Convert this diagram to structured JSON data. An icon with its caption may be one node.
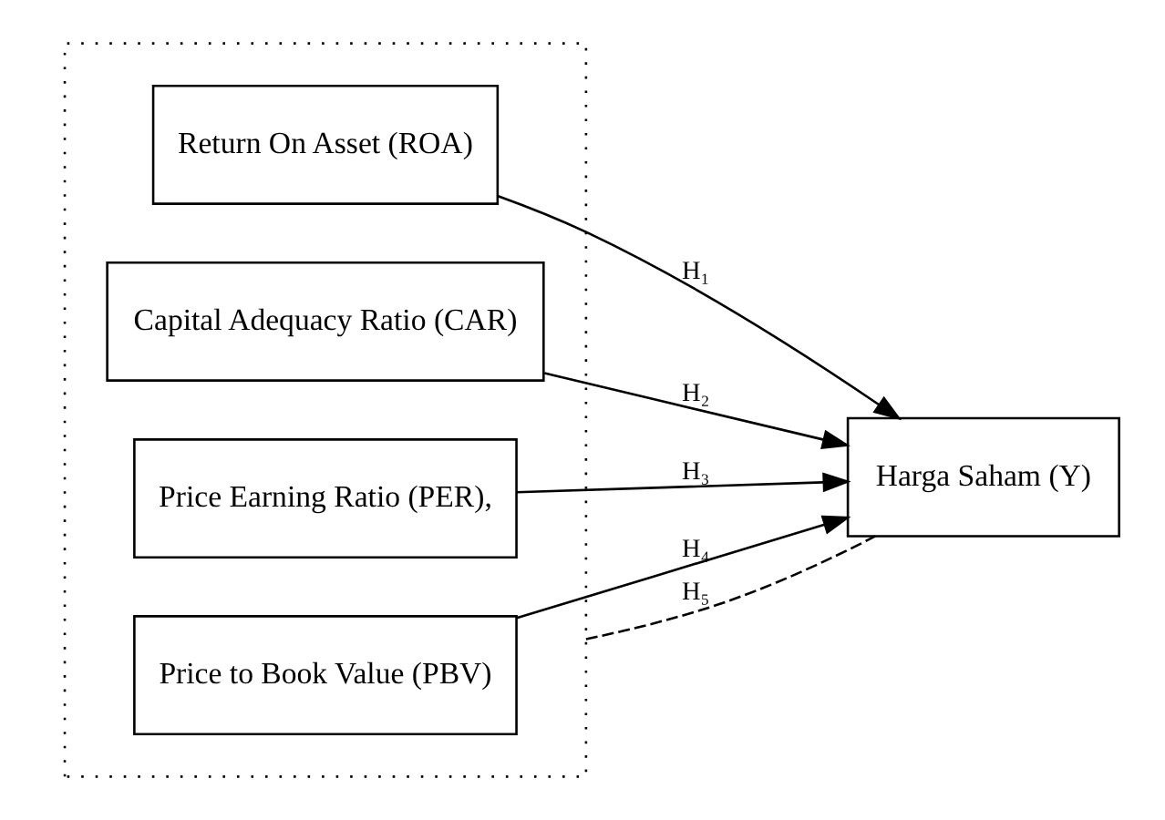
{
  "diagram": {
    "nodes": [
      {
        "text": [],
        "shape": "box"
      },
      {
        "text": [
          "Return On Asset (ROA)"
        ],
        "in": 0
      },
      {
        "text": [
          "Capital Adequacy Ratio (CAR)"
        ],
        "in": 0
      },
      {
        "text": [
          "Price Earning Ratio (PER),"
        ],
        "in": 0
      },
      {
        "text": [
          "Price to Book Value (PBV)"
        ],
        "in": 0
      },
      {
        "text": [
          "Harga Saham (Y)"
        ]
      }
    ],
    "edges": [
      {
        "from": 1,
        "to": 5,
        "arrow": "to",
        "label": "H₁"
      },
      {
        "from": 2,
        "to": 5,
        "arrow": "to",
        "label": "H₂"
      },
      {
        "from": 3,
        "to": 5,
        "arrow": "to",
        "label": "H₃"
      },
      {
        "from": 4,
        "to": 5,
        "arrow": "to",
        "label": "H₄"
      },
      {
        "from": 0,
        "to": 5,
        "arrow": "none",
        "label": "H₅",
        "style": "dashed"
      }
    ]
  }
}
